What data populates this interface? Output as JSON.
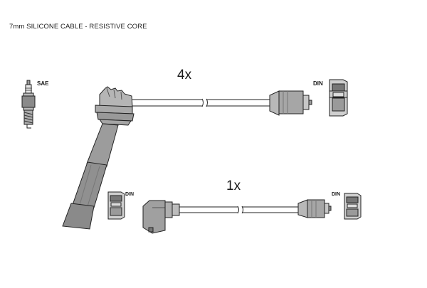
{
  "title": "7mm SILICONE CABLE - RESISTIVE CORE",
  "labels": {
    "sae": "SAE",
    "din_top": "DIN",
    "din_left": "DIN",
    "din_right": "DIN"
  },
  "quantities": {
    "top": "4x",
    "bottom": "1x"
  }
}
